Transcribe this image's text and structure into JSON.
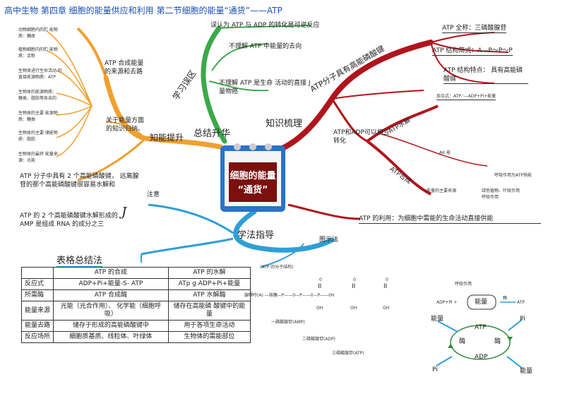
{
  "page_title": "高中生物  第四章  细胞的能量供应和利用  第二节细胞的能量“通货”——ATP",
  "center": {
    "line1": "细胞的能量",
    "line2": "“通货”"
  },
  "branches": {
    "knowledge_org": "知识梳理",
    "summary": "总结升华",
    "knowledge_up": "知能提升",
    "method": "学法指导",
    "preview": "学习误区",
    "note": "注意",
    "diagram_method": "图示法",
    "table_method": "表格总结法"
  },
  "preview_items": [
    "误认为 ATP 与 ADP 的转化是可逆反应",
    "不理解 ATP 中能量的去向",
    "不理解 ATP 是生命  活动的直接 J 量物癌"
  ],
  "knowledge_up_items": {
    "sources": "ATP 合成能量的来源和去路",
    "general": "关于能量方面的知识归纳。",
    "left_list": [
      "动物细胞内的贮 能物质：糖原",
      "植物细胞内的贮 能物质：淀粉",
      "生物体进行生命活动 的直接能源物质：ATP",
      "生物体的能源物质： 糖类、脂肪等各自的",
      "生物体的主要 能源物质：糖类",
      "生物体的主要 储能物质：脂肪",
      "生物体的最终 能量来源：光能"
    ]
  },
  "notes": {
    "note1": "ATP 分子中具有 2 个高能磷酸键， 远离腺苷的那个高能磷酸键很容易水解和",
    "note2": "ATP 的 2 个高能磷酸键水解形成的 AMP 是组成 RNA 的成分之三",
    "j_mark": "J"
  },
  "atp_structure": {
    "branch": "ATP分子具有高能磷酸键",
    "full_name": "ATP 全称：三磷酸腺苷",
    "formula": "ATP 结构简式：A—P～P～P",
    "feature": "ATP 结构特点：  具有高能磷酸键",
    "reaction": "反应式：ATP-'—ADP+Pi+能量",
    "atp_adp": "ATP和ADP可以相互转化",
    "hydrolysis": "ATP水解",
    "synthesis": "ATP合成",
    "tiny1": "AK 能",
    "tiny2": "能量的主要来源",
    "tiny3": "呼吸作用为ATP供能",
    "tiny4": "绿色植物、叶吸作用\n呼吸作用"
  },
  "usage": "ATP 的利用：为细胞中需能的生命活动直接供能",
  "molecule": {
    "caption": "(ATP 的分子结构)",
    "formula": "腺嘌呤(A) —核糖—P——0—P——0—P——0H",
    "o_top": [
      "0",
      "0",
      "0"
    ],
    "ii": [
      "II",
      "II",
      "II"
    ],
    "oh": [
      "OH",
      "OH",
      "OH"
    ],
    "amp": "一磷酸腺苷(AMP)",
    "adp": "二磷酸腺苷(ADP)",
    "atp": "三磷酸腺苷(ATP)"
  },
  "cycle": {
    "respiration": "呼吸作用",
    "reaction": "ADP+Pi +",
    "energy_box": "能量",
    "enzyme_small": "酶",
    "to_atp": "ATP",
    "energy_left": "能量",
    "atp": "ATP",
    "adp": "ADP",
    "pi_right": "Pi",
    "pi_left": "Pi",
    "enzyme_left": "酶",
    "enzyme_right": "酶",
    "energy_right": "能量"
  },
  "table": {
    "headers": [
      "",
      "ATP 的合成",
      "ATP 的水解"
    ],
    "rows": [
      [
        "反应式",
        "ADP+Pi+能量-S- ATP",
        "ATp g ADP+Pi+能量"
      ],
      [
        "所需酶",
        "ATP 合成酶",
        "ATP 水解酶"
      ],
      [
        "能量来源",
        "光能（光合作用）、 化学能（细胞呼吸）",
        "储存在高能磷 酸键中的能量"
      ],
      [
        "能量去路",
        "储存于形成的高能磷酸键中",
        "用于各项生命活动"
      ],
      [
        "反应场所",
        "细胞质基质、线粒体、叶绿体",
        "生物体的需能部位"
      ]
    ]
  },
  "colors": {
    "orange": "#f0a030",
    "red": "#b0141c",
    "blue": "#2e9fd6",
    "green": "#3ba94a",
    "title": "#1a4fb0"
  }
}
